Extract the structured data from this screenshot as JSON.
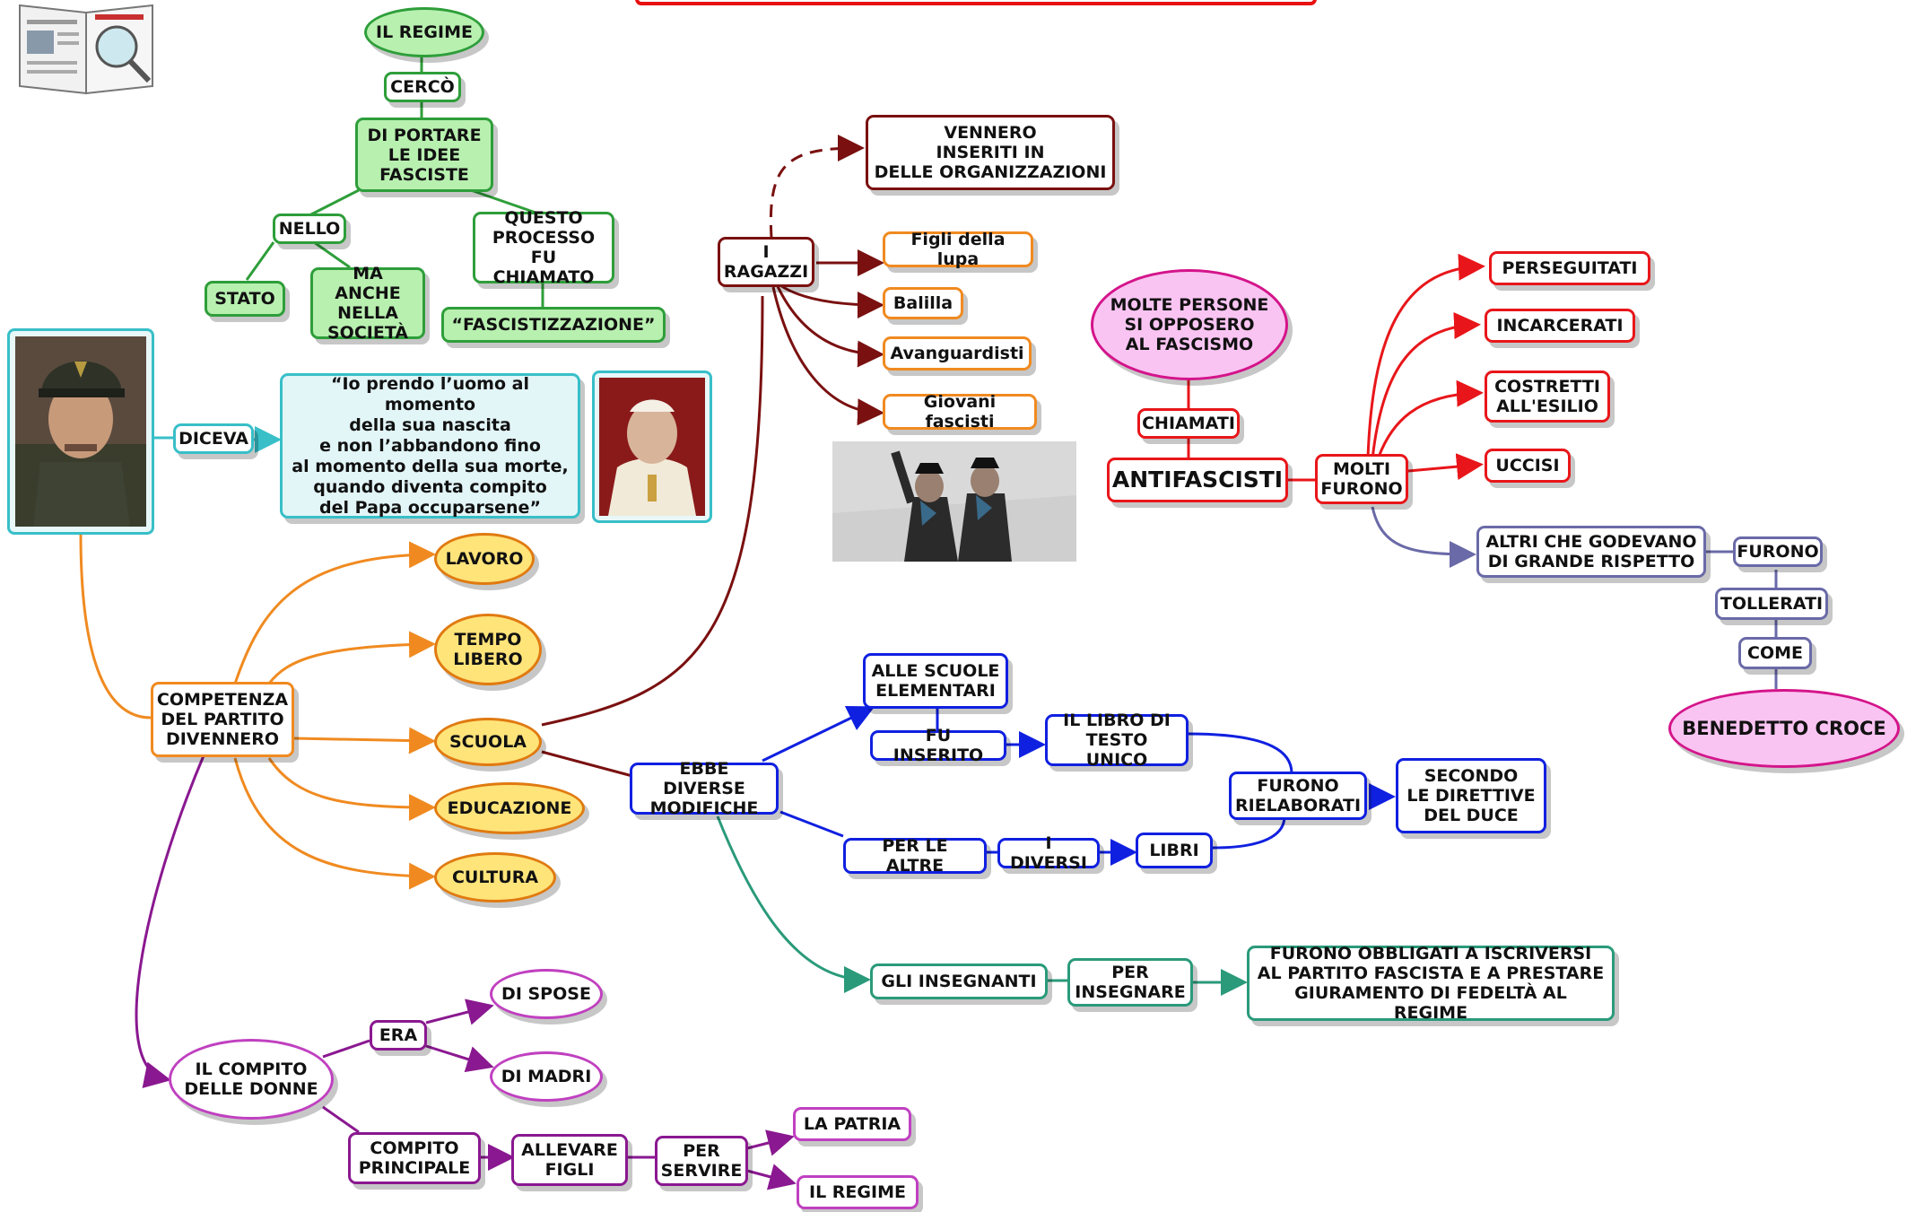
{
  "colors": {
    "green": "#2e9e3a",
    "darkred": "#7a1010",
    "orange": "#f08a20",
    "red": "#e8161a",
    "blue": "#1020e0",
    "teal": "#2a9a7a",
    "purple": "#8a1890",
    "lavender": "#6a6aa8",
    "cyan": "#38bfc8"
  },
  "icons": [
    "book-magnifier-icon",
    "mussolini-portrait",
    "pope-portrait",
    "children-salute-photo"
  ],
  "nodes": {
    "il_regime_top": "IL REGIME",
    "cerco": "CERCÒ",
    "di_portare": "DI PORTARE\nLE IDEE\nFASCISTE",
    "nello": "NELLO",
    "stato": "STATO",
    "ma_anche": "MA ANCHE\nNELLA\nSOCIETÀ",
    "questo_processo": "QUESTO\nPROCESSO\nFU CHIAMATO",
    "fascistizzazione": "“FASCISTIZZAZIONE”",
    "diceva": "DICEVA",
    "quote": "“Io prendo l’uomo al momento\ndella sua nascita\ne non l’abbandono fino\nal momento della sua morte,\nquando diventa compito\ndel Papa occuparsene”",
    "i_ragazzi": "I\nRAGAZZI",
    "vennero": "VENNERO\nINSERITI IN\nDELLE ORGANIZZAZIONI",
    "figli_lupa": "Figli della lupa",
    "balilla": "Balilla",
    "avanguardisti": "Avanguardisti",
    "giovani_fascisti": "Giovani fascisti",
    "molte_persone": "MOLTE PERSONE\nSI OPPOSERO\nAL FASCISMO",
    "chiamati": "CHIAMATI",
    "antifascisti": "ANTIFASCISTI",
    "molti_furono": "MOLTI\nFURONO",
    "perseguitati": "PERSEGUITATI",
    "incarcerati": "INCARCERATI",
    "costretti": "COSTRETTI\nALL'ESILIO",
    "uccisi": "UCCISI",
    "altri": "ALTRI CHE GODEVANO\nDI GRANDE RISPETTO",
    "furono_r": "FURONO",
    "tollerati": "TOLLERATI",
    "come": "COME",
    "benedetto_croce": "BENEDETTO CROCE",
    "competenza": "COMPETENZA\nDEL PARTITO\nDIVENNERO",
    "lavoro": "LAVORO",
    "tempo_libero": "TEMPO\nLIBERO",
    "scuola": "SCUOLA",
    "educazione": "EDUCAZIONE",
    "cultura": "CULTURA",
    "ebbe": "EBBE DIVERSE\nMODIFICHE",
    "alle_scuole": "ALLE SCUOLE\nELEMENTARI",
    "fu_inserito": "FU INSERITO",
    "libro": "IL LIBRO DI\nTESTO UNICO",
    "furono_riel": "FURONO\nRIELABORATI",
    "secondo": "SECONDO\nLE DIRETTIVE\nDEL DUCE",
    "per_le_altre": "PER LE ALTRE",
    "i_diversi": "I DIVERSI",
    "libri": "LIBRI",
    "gli_insegnanti": "GLI INSEGNANTI",
    "per_insegnare": "PER\nINSEGNARE",
    "furono_obbligati": "FURONO OBBLIGATI A ISCRIVERSI\nAL PARTITO FASCISTA E A PRESTARE\nGIURAMENTO DI FEDELTÀ AL REGIME",
    "compito_donne": "IL COMPITO\nDELLE DONNE",
    "era": "ERA",
    "di_spose": "DI SPOSE",
    "di_madri": "DI MADRI",
    "compito_principale": "COMPITO\nPRINCIPALE",
    "allevare": "ALLEVARE\nFIGLI",
    "per_servire": "PER\nSERVIRE",
    "la_patria": "LA PATRIA",
    "il_regime_bottom": "IL REGIME"
  }
}
